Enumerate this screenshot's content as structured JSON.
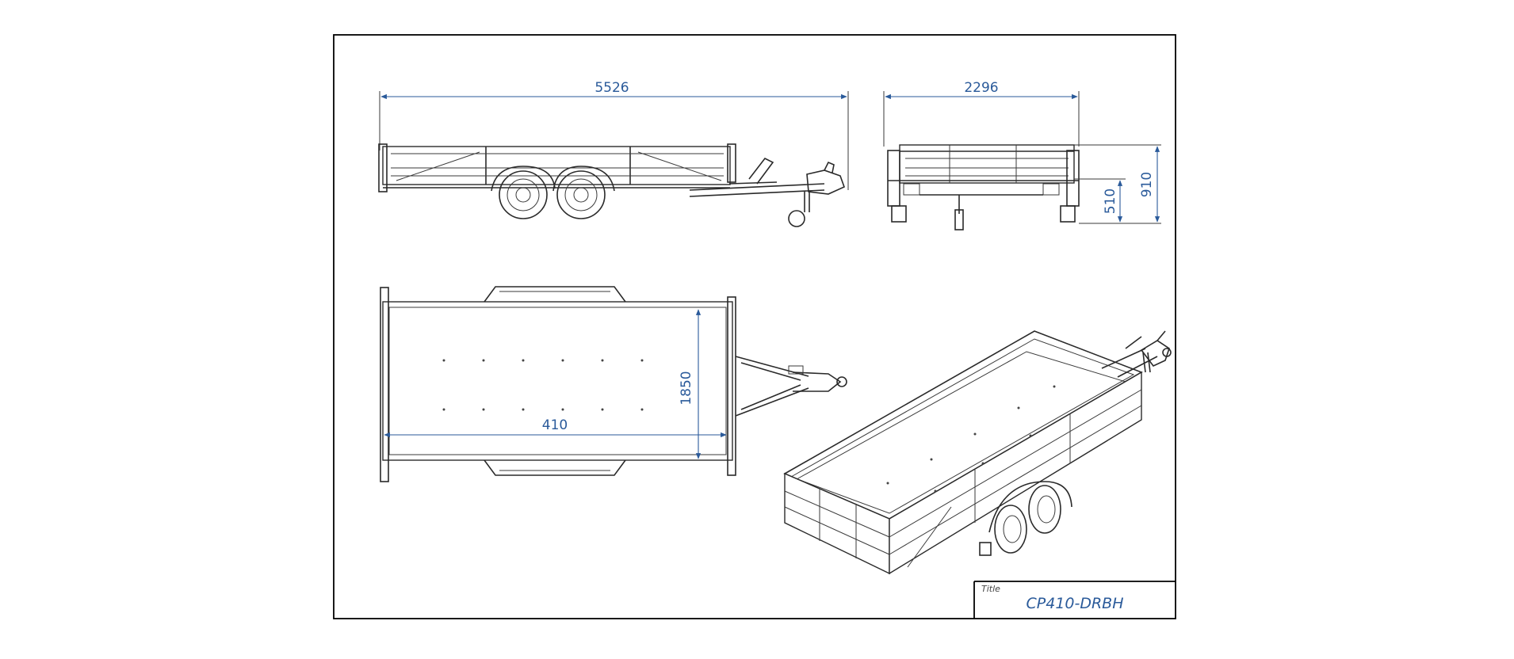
{
  "drawing": {
    "dimensions": {
      "overall_length": "5526",
      "overall_width": "2296",
      "side_height": "510",
      "total_height": "910",
      "deck_width": "1850",
      "deck_length": "410"
    },
    "title_block": {
      "label": "Title",
      "value": "CP410-DRBH"
    },
    "colors": {
      "dimension": "#2a5a9a",
      "line": "#2a2a2a",
      "frame": "#000000"
    }
  }
}
